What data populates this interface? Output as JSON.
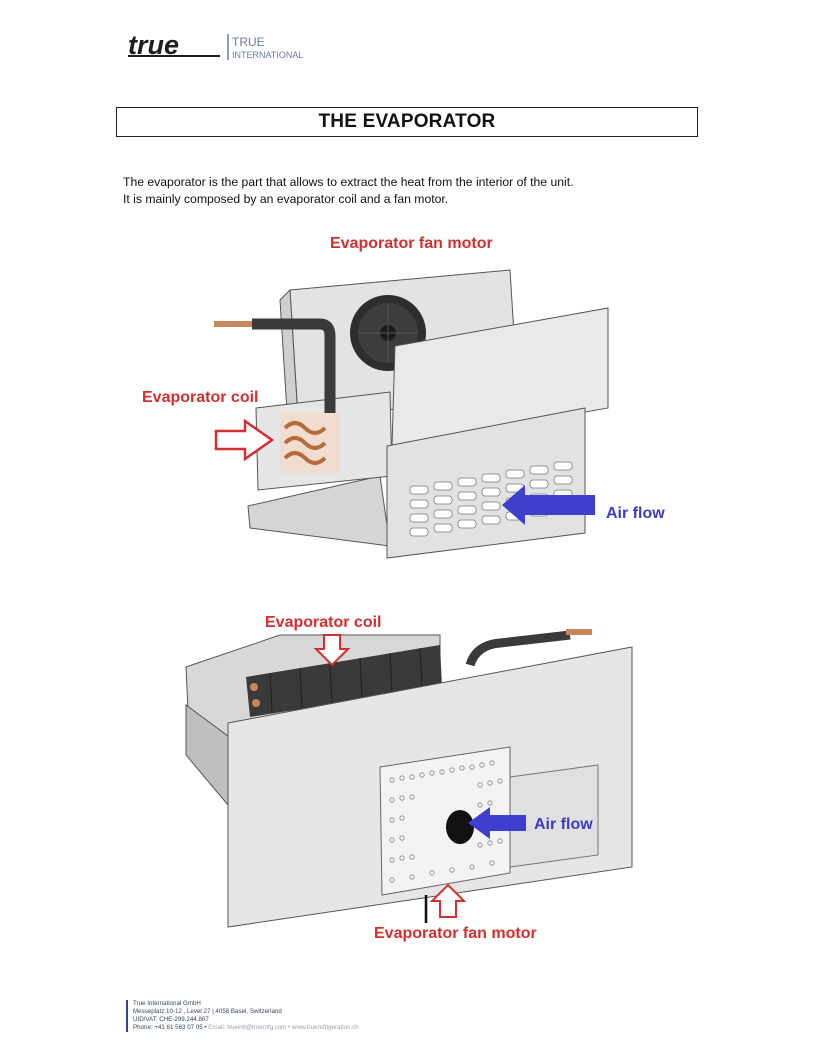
{
  "logo": {
    "brand": "true",
    "name_top": "TRUE",
    "name_bottom": "INTERNATIONAL"
  },
  "title": "THE EVAPORATOR",
  "intro": {
    "line1": "The evaporator is the part that allows to extract the heat from the interior of the unit.",
    "line2": "It is mainly composed by an evaporator coil and a fan motor."
  },
  "figure1": {
    "label_fan_motor": "Evaporator fan motor",
    "label_coil": "Evaporator coil",
    "label_air_flow": "Air flow"
  },
  "figure2": {
    "label_coil": "Evaporator coil",
    "label_air_flow": "Air flow",
    "label_fan_motor": "Evaporator fan motor"
  },
  "footer": {
    "company": "True International GmbH",
    "address": "Messeplatz 10-12 , Level 27 | 4058 Basel, Switzerland",
    "vat": "UID/VAT: CHE-299.244.807",
    "phone": "Phone: +41 61 563 07 05 •",
    "contact": " Email: trueintl@truemfg.com • www.truerefrigeration.ch"
  },
  "colors": {
    "label_red": "#d32f2f",
    "label_blue": "#3b3bc4",
    "arrow_blue": "#3f3fcf",
    "metal": "#d9d9d9"
  }
}
